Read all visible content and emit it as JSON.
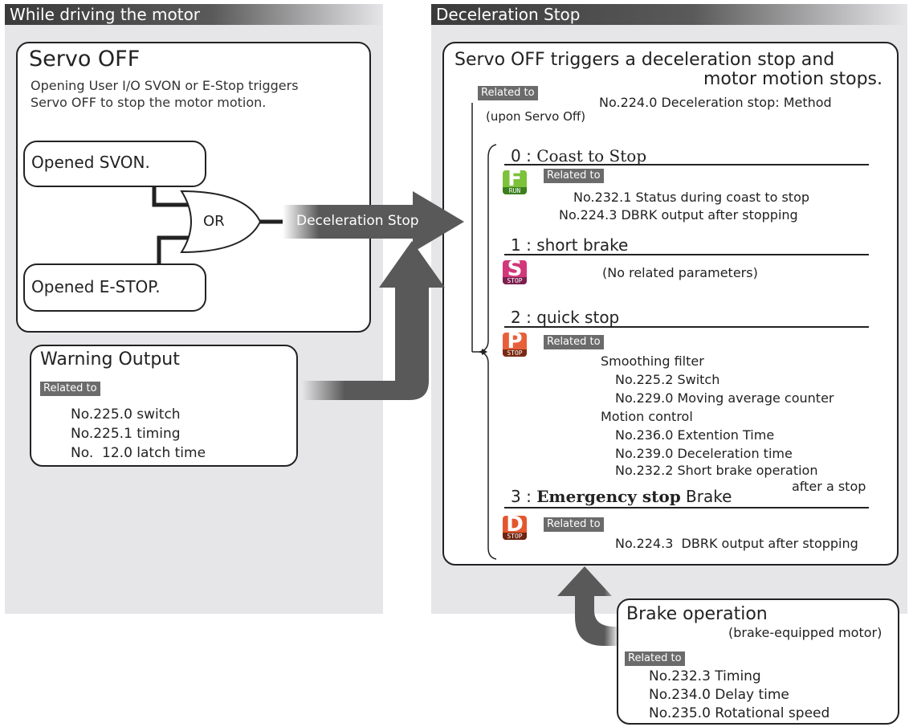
{
  "left_panel": {
    "header": "While driving the motor",
    "servo_off": {
      "title": "Servo OFF",
      "desc_line1": "Opening User I/O SVON or E-Stop triggers",
      "desc_line2": "Servo OFF to stop the motor motion.",
      "input1": "Opened SVON.",
      "input2": "Opened E-STOP.",
      "gate": "OR"
    },
    "arrow_label": "Deceleration Stop",
    "warning": {
      "title": "Warning Output",
      "related": "Related to",
      "params": [
        "No.225.0 switch",
        "No.225.1 timing",
        "No.  12.0 latch time"
      ]
    }
  },
  "right_panel": {
    "header": "Deceleration Stop",
    "main_line1": "Servo OFF triggers a deceleration stop and",
    "main_line2": "motor motion stops.",
    "main_related": "Related to",
    "main_param": "No.224.0 Deceleration stop: Method",
    "main_param_note": "(upon Servo Off)",
    "options": [
      {
        "num": "0 : ",
        "title": "Coast to Stop",
        "icon_letter": "F",
        "icon_sub": "RUN",
        "icon_color": "#7cc23b",
        "related": "Related to",
        "lines": [
          "No.232.1 Status during coast to stop",
          "No.224.3 DBRK output after stopping"
        ]
      },
      {
        "num": "1 : ",
        "title": "short brake",
        "icon_letter": "S",
        "icon_sub": "STOP",
        "icon_color": "#d2377a",
        "related": "",
        "lines": [
          "(No related parameters)"
        ]
      },
      {
        "num": "2 : ",
        "title": "quick stop",
        "icon_letter": "P",
        "icon_sub": "STOP",
        "icon_color": "#e8603a",
        "related": "Related to",
        "lines": [
          "Smoothing filter",
          "No.225.2 Switch",
          "No.229.0 Moving average counter",
          "Motion control",
          "No.236.0 Extention Time",
          "No.239.0 Deceleration time",
          "No.232.2 Short brake operation",
          "after a stop"
        ]
      },
      {
        "num": "3 : ",
        "title_bold": "Emergency stop",
        "title_rest": " Brake",
        "icon_letter": "D",
        "icon_sub": "STOP",
        "icon_color": "#e4572e",
        "related": "Related to",
        "lines": [
          "No.224.3  DBRK output after stopping"
        ]
      }
    ]
  },
  "brake": {
    "title": "Brake operation",
    "subtitle": "(brake-equipped motor)",
    "related": "Related to",
    "params": [
      "No.232.3 Timing",
      "No.234.0 Delay time",
      "No.235.0 Rotational speed"
    ]
  },
  "colors": {
    "arrow": "#595959",
    "panel_bg": "#e6e6e9",
    "tag_bg": "#6b6b6b"
  }
}
